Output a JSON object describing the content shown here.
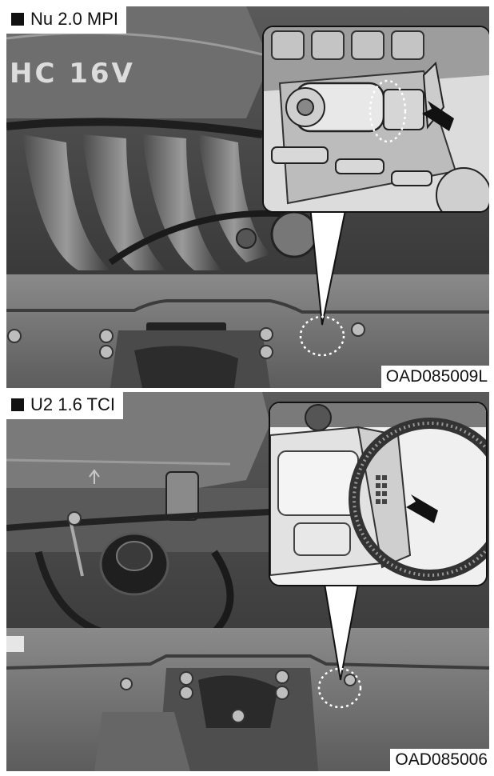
{
  "figure": {
    "top_panel": {
      "engine_label": "Nu 2.0 MPI",
      "image_code": "OAD085009L",
      "cover_text": "HC 16V"
    },
    "bottom_panel": {
      "engine_label": "U2 1.6 TCI",
      "image_code": "OAD085006"
    }
  },
  "icons": {
    "label_marker": "black-square-icon",
    "pointer": "black-arrow-icon",
    "highlight": "dotted-circle-icon"
  }
}
